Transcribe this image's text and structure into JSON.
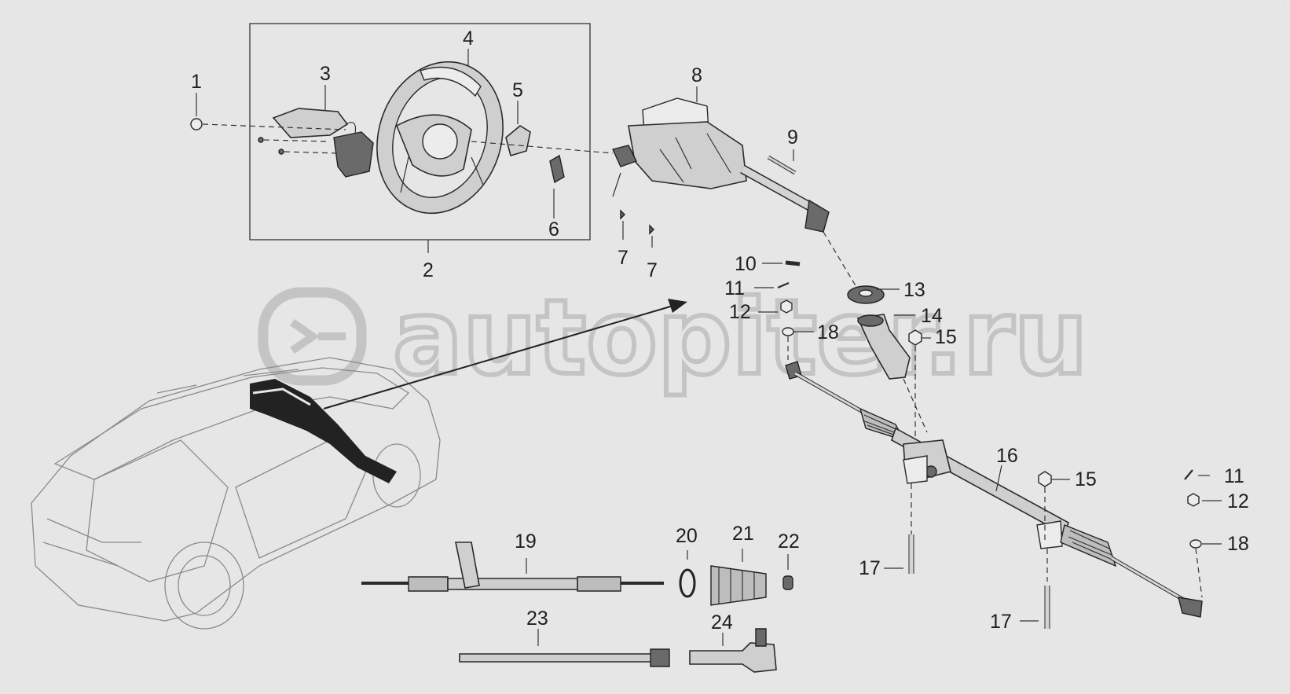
{
  "watermark": {
    "text": "autopiter.ru"
  },
  "corner_mark": "· ·",
  "colors": {
    "background": "#e6e6e6",
    "line": "#2a2a2a",
    "watermark": "#c4c4c4",
    "highlight": "#222222"
  },
  "callouts": {
    "n1": "1",
    "n2": "2",
    "n3": "3",
    "n4": "4",
    "n5": "5",
    "n6": "6",
    "n7a": "7",
    "n7b": "7",
    "n8": "8",
    "n9": "9",
    "n10": "10",
    "n11a": "11",
    "n11b": "11",
    "n12a": "12",
    "n12b": "12",
    "n13": "13",
    "n14": "14",
    "n15a": "15",
    "n15b": "15",
    "n16": "16",
    "n17a": "17",
    "n17b": "17",
    "n18a": "18",
    "n18b": "18",
    "n19": "19",
    "n20": "20",
    "n21": "21",
    "n22": "22",
    "n23": "23",
    "n24": "24"
  },
  "icons": [
    "steering-wheel-icon",
    "steering-column-icon",
    "steering-rack-icon",
    "tie-rod-icon",
    "dust-boot-icon",
    "vehicle-location-icon"
  ]
}
